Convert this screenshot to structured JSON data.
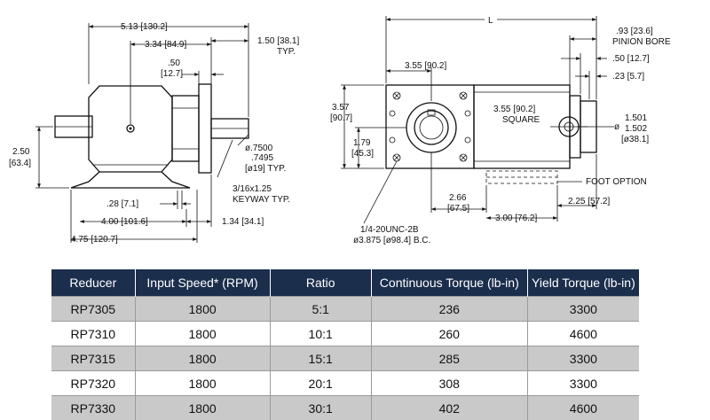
{
  "diagram": {
    "side_view": {
      "dim_overall": "5.13 [130.2]",
      "dim_to_flange": "3.34 [84.9]",
      "dim_pilot": "1.50 [38.1]",
      "dim_pilot_note": "TYP.",
      "dim_flange_thk_1": ".50",
      "dim_flange_thk_2": "[12.7]",
      "dim_shaft_height_1": "2.50",
      "dim_shaft_height_2": "[63.4]",
      "dim_shaft_dia_1": "ø.7500",
      "dim_shaft_dia_2": ".7495",
      "dim_shaft_dia_3": "[ø19] TYP.",
      "dim_keyway_1": "3/16x1.25",
      "dim_keyway_2": "KEYWAY TYP.",
      "dim_foot_thk": ".28 [7.1]",
      "dim_foot_spacing": "4.00 [101.6]",
      "dim_foot_offset": "1.34 [34.1]",
      "dim_foot_total": "4.75 [120.7]"
    },
    "end_view": {
      "dim_length": "L",
      "dim_pinion_bore_1": ".93 [23.6]",
      "dim_pinion_bore_2": "PINION BORE",
      "dim_half": ".50 [12.7]",
      "dim_quarter": ".23 [5.7]",
      "dim_width": "3.55 [90.2]",
      "dim_height_1": "3.57",
      "dim_height_2": "[90.7]",
      "dim_center_1": "1.79",
      "dim_center_2": "[45.3]",
      "dim_square_1": "3.55 [90.2]",
      "dim_square_2": "SQUARE",
      "dim_bore_prefix": "ø",
      "dim_bore_1": "1.501",
      "dim_bore_2": "1.502",
      "dim_bore_3": "[ø38.1]",
      "dim_foot_option": "FOOT OPTION",
      "dim_266_1": "2.66",
      "dim_266_2": "[67.5]",
      "dim_300": "3.00 [76.2]",
      "dim_225": "2.25 [57.2]",
      "dim_thread": "1/4-20UNC-2B",
      "dim_bolt_circle": "ø3.875 [ø98.4] B.C."
    }
  },
  "table": {
    "headers": [
      "Reducer",
      "Input Speed* (RPM)",
      "Ratio",
      "Continuous Torque (lb-in)",
      "Yield Torque (lb-in)"
    ],
    "rows": [
      [
        "RP7305",
        "1800",
        "5:1",
        "236",
        "3300"
      ],
      [
        "RP7310",
        "1800",
        "10:1",
        "260",
        "4600"
      ],
      [
        "RP7315",
        "1800",
        "15:1",
        "285",
        "3300"
      ],
      [
        "RP7320",
        "1800",
        "20:1",
        "308",
        "3300"
      ],
      [
        "RP7330",
        "1800",
        "30:1",
        "402",
        "4600"
      ]
    ]
  }
}
